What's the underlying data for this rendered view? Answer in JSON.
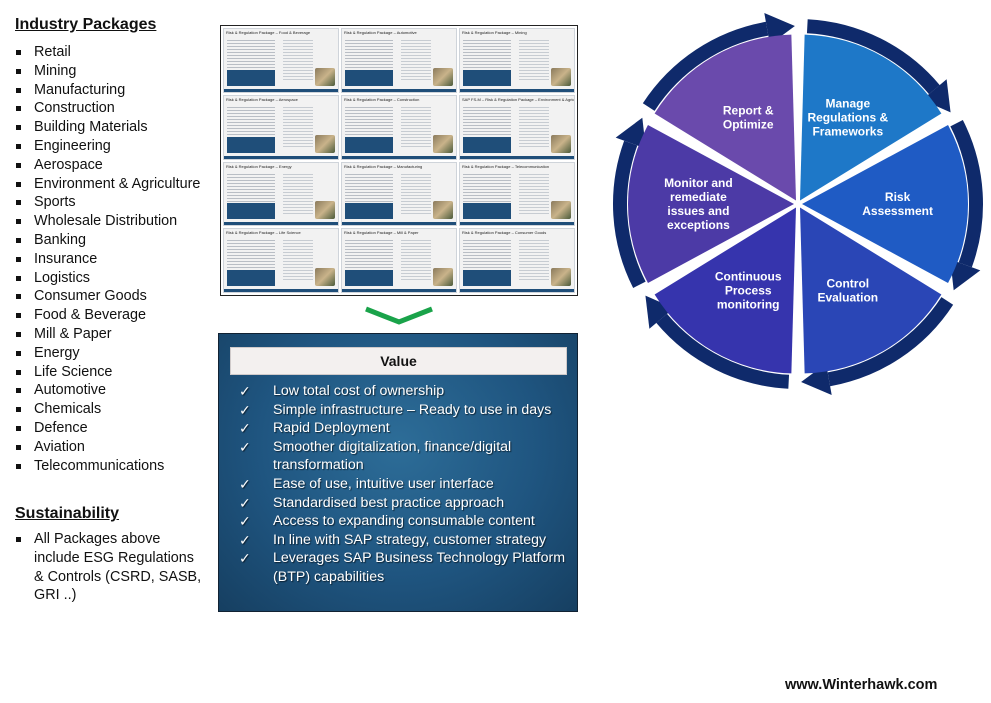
{
  "industry": {
    "heading": "Industry Packages",
    "items": [
      "Retail",
      "Mining",
      "Manufacturing",
      "Construction",
      "Building Materials",
      "Engineering",
      "Aerospace",
      "Environment & Agriculture",
      "Sports",
      "Wholesale Distribution",
      "Banking",
      "Insurance",
      "Logistics",
      "Consumer Goods",
      "Food & Beverage",
      "Mill & Paper",
      "Energy",
      "Life Science",
      "Automotive",
      "Chemicals",
      "Defence",
      "Aviation",
      "Telecommunications"
    ]
  },
  "sustainability": {
    "heading": "Sustainability",
    "items": [
      "All Packages above include ESG Regulations & Controls (CSRD, SASB, GRI ..)"
    ]
  },
  "thumbnails": [
    "Risk & Regulation Package – Food & Beverage",
    "Risk & Regulation Package – Automotive",
    "Risk & Regulation Package – Mining",
    "Risk & Regulation Package – Aerospace",
    "Risk & Regulation Package – Construction",
    "SAP FS-M – Risk & Regulation Package – Environment & Agriculture",
    "Risk & Regulation Package – Energy",
    "Risk & Regulation Package – Manufacturing",
    "Risk & Regulation Package – Telecommunication",
    "Risk & Regulation Package – Life Science",
    "Risk & Regulation Package – Mill & Paper",
    "Risk & Regulation Package – Consumer Goods"
  ],
  "value": {
    "heading": "Value",
    "items": [
      "Low total cost of ownership",
      "Simple infrastructure – Ready to use in days",
      "Rapid Deployment",
      "Smoother digitalization, finance/digital transformation",
      "Ease of use, intuitive user interface",
      "Standardised best practice approach",
      "Access to expanding consumable content",
      "In line with SAP strategy, customer strategy",
      "Leverages SAP Business Technology Platform (BTP) capabilities"
    ]
  },
  "cycle": {
    "segments": [
      {
        "lines": [
          "Manage",
          "Regulations &",
          "Frameworks"
        ],
        "color": "#1e78c8"
      },
      {
        "lines": [
          "Risk",
          "Assessment"
        ],
        "color": "#1f5bc4"
      },
      {
        "lines": [
          "Control",
          "Evaluation"
        ],
        "color": "#2a46b6"
      },
      {
        "lines": [
          "Continuous",
          "Process",
          "monitoring"
        ],
        "color": "#3634ad"
      },
      {
        "lines": [
          "Monitor and",
          "remediate",
          "issues and",
          "exceptions"
        ],
        "color": "#4c3aa6"
      },
      {
        "lines": [
          "Report &",
          "Optimize"
        ],
        "color": "#6a4aac"
      }
    ],
    "ring_color": "#0f2a6b"
  },
  "footer": {
    "url": "www.Winterhawk.com"
  },
  "colors": {
    "value_bg": "#1f5580",
    "chevron": "#1aa34a"
  }
}
